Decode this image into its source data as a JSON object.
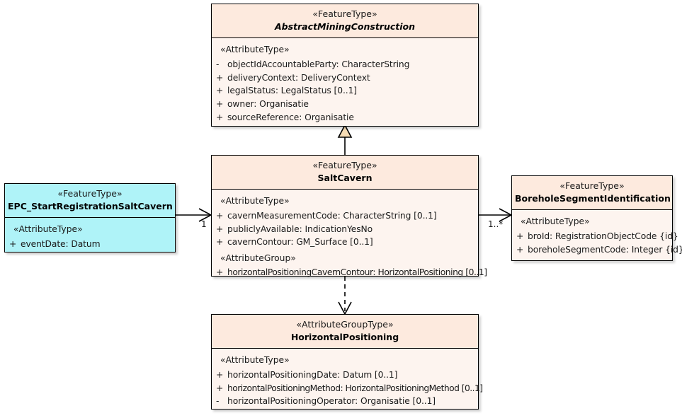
{
  "diagram": {
    "kind": "uml-class-diagram",
    "colors": {
      "class_header_fill": "#fdeade",
      "class_body_fill": "#fdf4ef",
      "event_class_fill": "#aff3f8",
      "border": "#000000",
      "generalization_arrow_fill": "#f6dcb4"
    }
  },
  "classes": {
    "abstract_mining_construction": {
      "stereotype": "«FeatureType»",
      "name": "AbstractMiningConstruction",
      "is_abstract": true,
      "groups": [
        {
          "stereotype": "«AttributeType»",
          "attributes": [
            {
              "visibility": "-",
              "text": "objectIdAccountableParty: CharacterString"
            },
            {
              "visibility": "+",
              "text": "deliveryContext: DeliveryContext"
            },
            {
              "visibility": "+",
              "text": "legalStatus: LegalStatus [0..1]"
            },
            {
              "visibility": "+",
              "text": "owner: Organisatie"
            },
            {
              "visibility": "+",
              "text": "sourceReference: Organisatie"
            }
          ]
        }
      ]
    },
    "salt_cavern": {
      "stereotype": "«FeatureType»",
      "name": "SaltCavern",
      "is_abstract": false,
      "groups": [
        {
          "stereotype": "«AttributeType»",
          "attributes": [
            {
              "visibility": "+",
              "text": "cavernMeasurementCode: CharacterString [0..1]"
            },
            {
              "visibility": "+",
              "text": "publiclyAvailable: IndicationYesNo"
            },
            {
              "visibility": "+",
              "text": "cavernContour: GM_Surface [0..1]"
            }
          ]
        },
        {
          "stereotype": "«AttributeGroup»",
          "attributes": [
            {
              "visibility": "+",
              "text": "horizontalPositioningCavernContour: HorizontalPositioning [0..1]"
            }
          ]
        }
      ]
    },
    "epc_start_registration_salt_cavern": {
      "stereotype": "«FeatureType»",
      "name": "EPC_StartRegistrationSaltCavern",
      "is_abstract": false,
      "groups": [
        {
          "stereotype": "«AttributeType»",
          "attributes": [
            {
              "visibility": "+",
              "text": "eventDate: Datum"
            }
          ]
        }
      ]
    },
    "borehole_segment_identification": {
      "stereotype": "«FeatureType»",
      "name": "BoreholeSegmentIdentification",
      "is_abstract": false,
      "groups": [
        {
          "stereotype": "«AttributeType»",
          "attributes": [
            {
              "visibility": "+",
              "text": "broId: RegistrationObjectCode {id}"
            },
            {
              "visibility": "+",
              "text": "boreholeSegmentCode: Integer {id}"
            }
          ]
        }
      ]
    },
    "horizontal_positioning": {
      "stereotype": "«AttributeGroupType»",
      "name": "HorizontalPositioning",
      "is_abstract": false,
      "groups": [
        {
          "stereotype": "«AttributeType»",
          "attributes": [
            {
              "visibility": "+",
              "text": "horizontalPositioningDate: Datum [0..1]"
            },
            {
              "visibility": "+",
              "text": "horizontalPositioningMethod: HorizontalPositioningMethod [0..1]"
            },
            {
              "visibility": "-",
              "text": "horizontalPositioningOperator: Organisatie [0..1]"
            }
          ]
        }
      ]
    }
  },
  "connectors": {
    "generalization_salt_to_abstract": {
      "type": "generalization",
      "from": "SaltCavern",
      "to": "AbstractMiningConstruction",
      "label": ""
    },
    "association_epc_to_salt": {
      "type": "association-directed",
      "from": "EPC_StartRegistrationSaltCavern",
      "to": "SaltCavern",
      "target_multiplicity": "1"
    },
    "association_salt_to_borehole": {
      "type": "association-directed",
      "from": "SaltCavern",
      "to": "BoreholeSegmentIdentification",
      "target_multiplicity": "1..*"
    },
    "dependency_salt_to_horizontal": {
      "type": "dependency",
      "from": "SaltCavern",
      "to": "HorizontalPositioning",
      "label": ""
    }
  }
}
